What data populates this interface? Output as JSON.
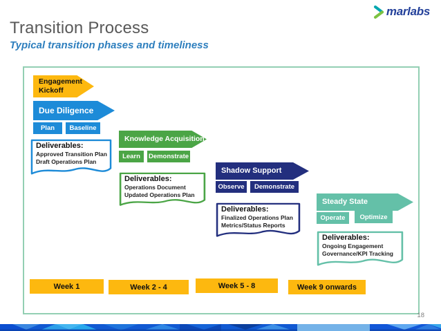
{
  "colors": {
    "gold": "#FDB80F",
    "blue": "#1D8BD8",
    "green": "#4BA546",
    "navy": "#232F7E",
    "teal": "#64C0A8",
    "box_border": "#93CFB3",
    "title": "#595959",
    "subtitle": "#2E7FBE",
    "logo_blue": "#23409A",
    "logo_teal": "#00A7B0",
    "logo_green": "#7DC242",
    "page_number_gray": "#7F7F7F"
  },
  "header": {
    "title": "Transition Process",
    "subtitle": "Typical transition phases and timeliness",
    "logo_text": "marlabs"
  },
  "diagram": {
    "deliverables_label": "Deliverables:",
    "phases": [
      {
        "label": "Engagement Kickoff"
      },
      {
        "label": "Due Diligence",
        "steps": [
          "Plan",
          "Baseline"
        ],
        "deliverables": [
          "Approved Transition Plan",
          "Draft Operations Plan"
        ]
      },
      {
        "label": "Knowledge Acquisition",
        "steps": [
          "Learn",
          "Demonstrate"
        ],
        "deliverables": [
          "Operations Document",
          "Updated Operations Plan"
        ]
      },
      {
        "label": "Shadow Support",
        "steps": [
          "Observe",
          "Demonstrate"
        ],
        "deliverables": [
          "Finalized Operations Plan",
          "Metrics/Status Reports"
        ]
      },
      {
        "label": "Steady State",
        "steps": [
          "Operate",
          "Optimize"
        ],
        "deliverables": [
          "Ongoing Engagement",
          "Governance/KPI Tracking"
        ]
      }
    ],
    "weeks": [
      "Week 1",
      "Week 2 - 4",
      "Week 5 - 8",
      "Week 9 onwards"
    ]
  },
  "footer": {
    "page_number": "18"
  }
}
